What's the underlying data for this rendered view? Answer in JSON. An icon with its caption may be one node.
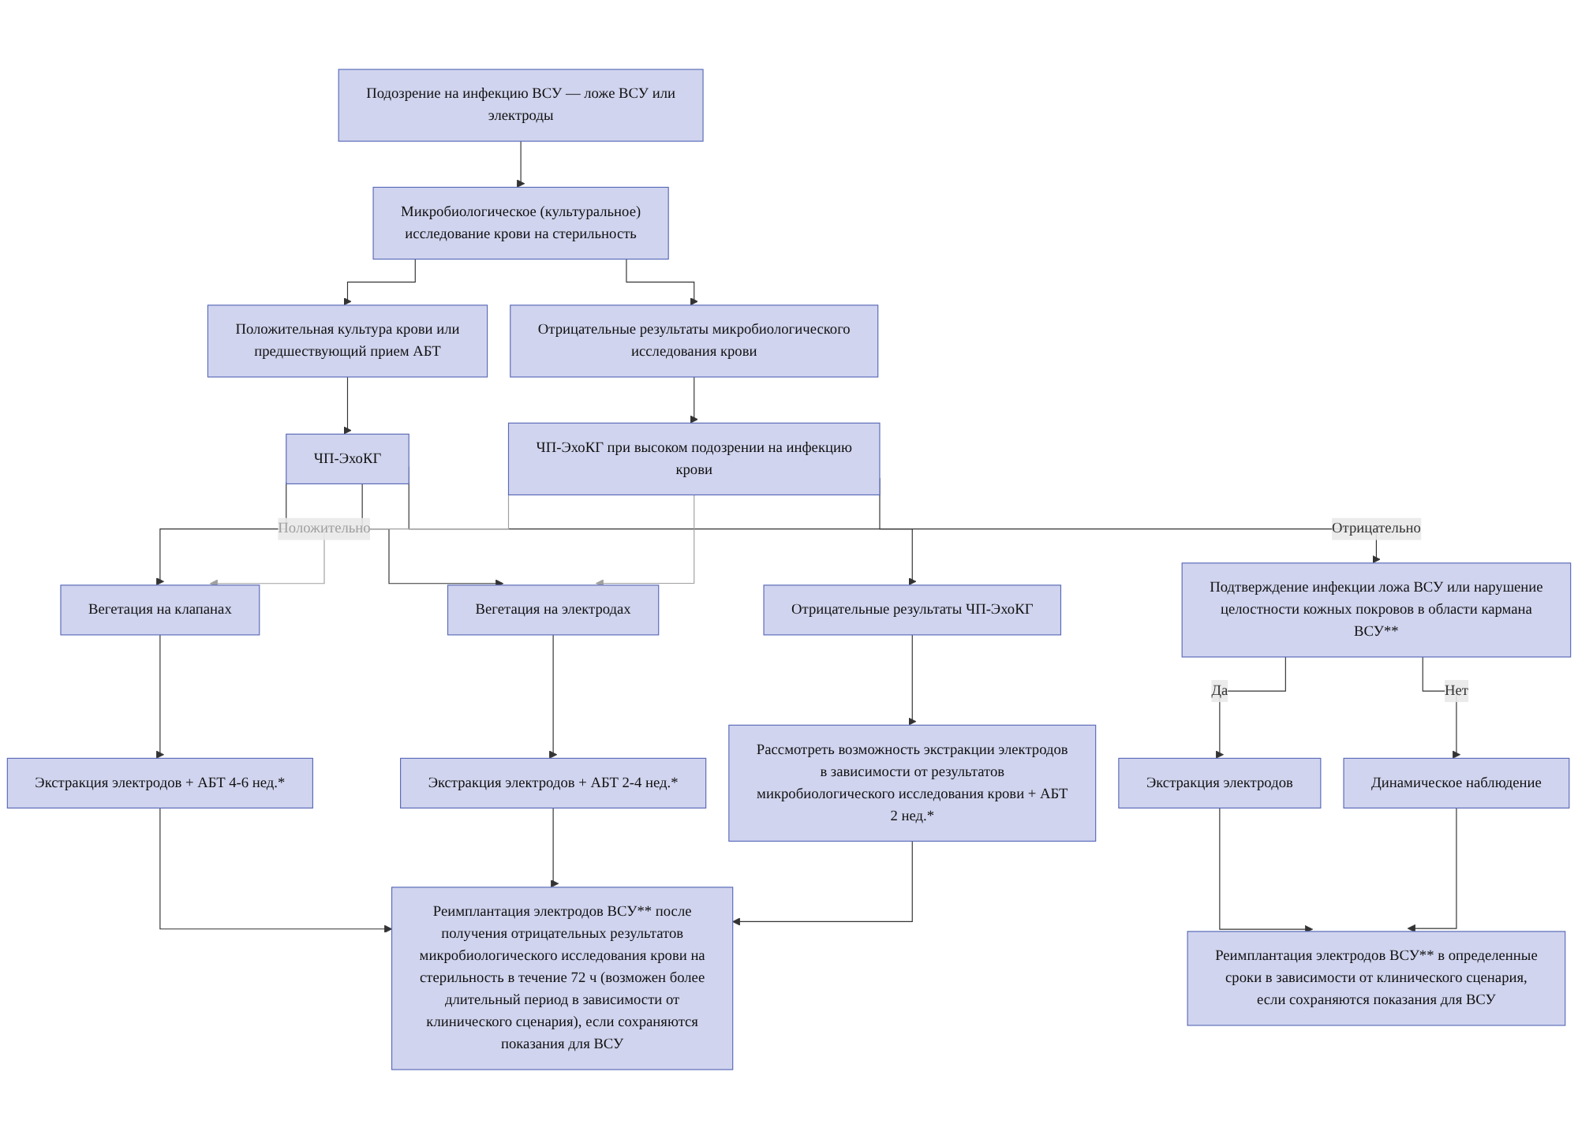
{
  "diagram": {
    "nodes": [
      {
        "text": [
          "Подозрение на инфекцию ВСУ — ложе ВСУ или электроды"
        ]
      },
      {
        "text": [
          "Микробиологическое (культуральное) исследование крови на стерильность"
        ]
      },
      {
        "text": [
          "Положительная культура крови или предшествующий прием АБТ"
        ]
      },
      {
        "text": [
          "Отрицательные результаты микробиологического исследования крови"
        ]
      },
      {
        "text": [
          "ЧП-ЭхоКГ"
        ]
      },
      {
        "text": [
          "ЧП-ЭхоКГ при высоком подозрении на инфекцию крови"
        ]
      },
      {
        "text": [
          "Вегетация на клапанах"
        ]
      },
      {
        "text": [
          "Вегетация на электродах"
        ]
      },
      {
        "text": [
          "Отрицательные результаты ЧП-ЭхоКГ"
        ]
      },
      {
        "text": [
          "Подтверждение инфекции ложа ВСУ или нарушение целостности кожных покровов в области кармана ВСУ**"
        ]
      },
      {
        "text": [
          "Экстракция электродов + АБТ 4-6 нед.*"
        ]
      },
      {
        "text": [
          "Экстракция электродов + АБТ 2-4 нед.*"
        ]
      },
      {
        "text": [
          "Рассмотреть возможность экстракции электродов в зависимости от результатов микробиологического исследования крови + АБТ 2 нед.*"
        ]
      },
      {
        "text": [
          "Экстракция электродов"
        ]
      },
      {
        "text": [
          "Динамическое наблюдение"
        ]
      },
      {
        "text": [
          "Реимплантация электродов ВСУ** после получения отрицательных результатов микробиологического исследования крови на стерильность в течение 72 ч (возможен более длительный период в зависимости от клинического сценария), если сохраняются показания для ВСУ"
        ]
      },
      {
        "text": [
          "Реимплантация электродов ВСУ** в определенные сроки в зависимости от клинического сценария, если сохраняются показания для ВСУ"
        ]
      }
    ],
    "edges": [
      {
        "from": 0,
        "to": 1,
        "arrow": "to"
      },
      {
        "from": 1,
        "to": 2,
        "arrow": "to"
      },
      {
        "from": 1,
        "to": 3,
        "arrow": "to"
      },
      {
        "from": 2,
        "to": 4,
        "arrow": "to"
      },
      {
        "from": 3,
        "to": 5,
        "arrow": "to"
      },
      {
        "from": 4,
        "to": 6,
        "arrow": "to"
      },
      {
        "from": 4,
        "to": 7,
        "arrow": "to"
      },
      {
        "from": 4,
        "to": 8,
        "arrow": "to"
      },
      {
        "from": 5,
        "to": 6,
        "arrow": "to",
        "label": "Положительно",
        "color": "#a0a0a0"
      },
      {
        "from": 5,
        "to": 7,
        "arrow": "to",
        "color": "#a0a0a0"
      },
      {
        "from": 5,
        "to": 9,
        "arrow": "to",
        "label": "Отрицательно"
      },
      {
        "from": 6,
        "to": 10,
        "arrow": "to"
      },
      {
        "from": 7,
        "to": 11,
        "arrow": "to"
      },
      {
        "from": 8,
        "to": 12,
        "arrow": "to"
      },
      {
        "from": 9,
        "to": 13,
        "arrow": "to",
        "label": "Да"
      },
      {
        "from": 9,
        "to": 14,
        "arrow": "to",
        "label": "Нет"
      },
      {
        "from": 10,
        "to": 15,
        "arrow": "to"
      },
      {
        "from": 11,
        "to": 15,
        "arrow": "to"
      },
      {
        "from": 12,
        "to": 15,
        "arrow": "to"
      },
      {
        "from": 13,
        "to": 16,
        "arrow": "to"
      },
      {
        "from": 14,
        "to": 16,
        "arrow": "to"
      }
    ]
  }
}
